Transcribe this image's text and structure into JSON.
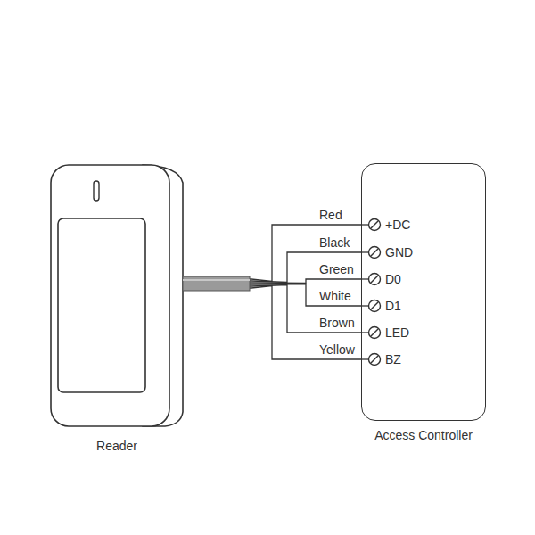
{
  "diagram": {
    "nodes": [
      {
        "text": [
          "Reader"
        ]
      },
      {
        "text": [
          "Access Controller"
        ]
      }
    ],
    "edges": [
      {
        "from": 0,
        "to": 1,
        "arrow": "none",
        "label": "Red"
      },
      {
        "from": 0,
        "to": 1,
        "arrow": "none",
        "label": "Black"
      },
      {
        "from": 0,
        "to": 1,
        "arrow": "none",
        "label": "Green"
      },
      {
        "from": 0,
        "to": 1,
        "arrow": "none",
        "label": "White"
      },
      {
        "from": 0,
        "to": 1,
        "arrow": "none",
        "label": "Brown"
      },
      {
        "from": 0,
        "to": 1,
        "arrow": "none",
        "label": "Yellow"
      }
    ],
    "labels": [
      "+DC",
      "GND",
      "D0",
      "D1",
      "LED",
      "BZ"
    ]
  }
}
